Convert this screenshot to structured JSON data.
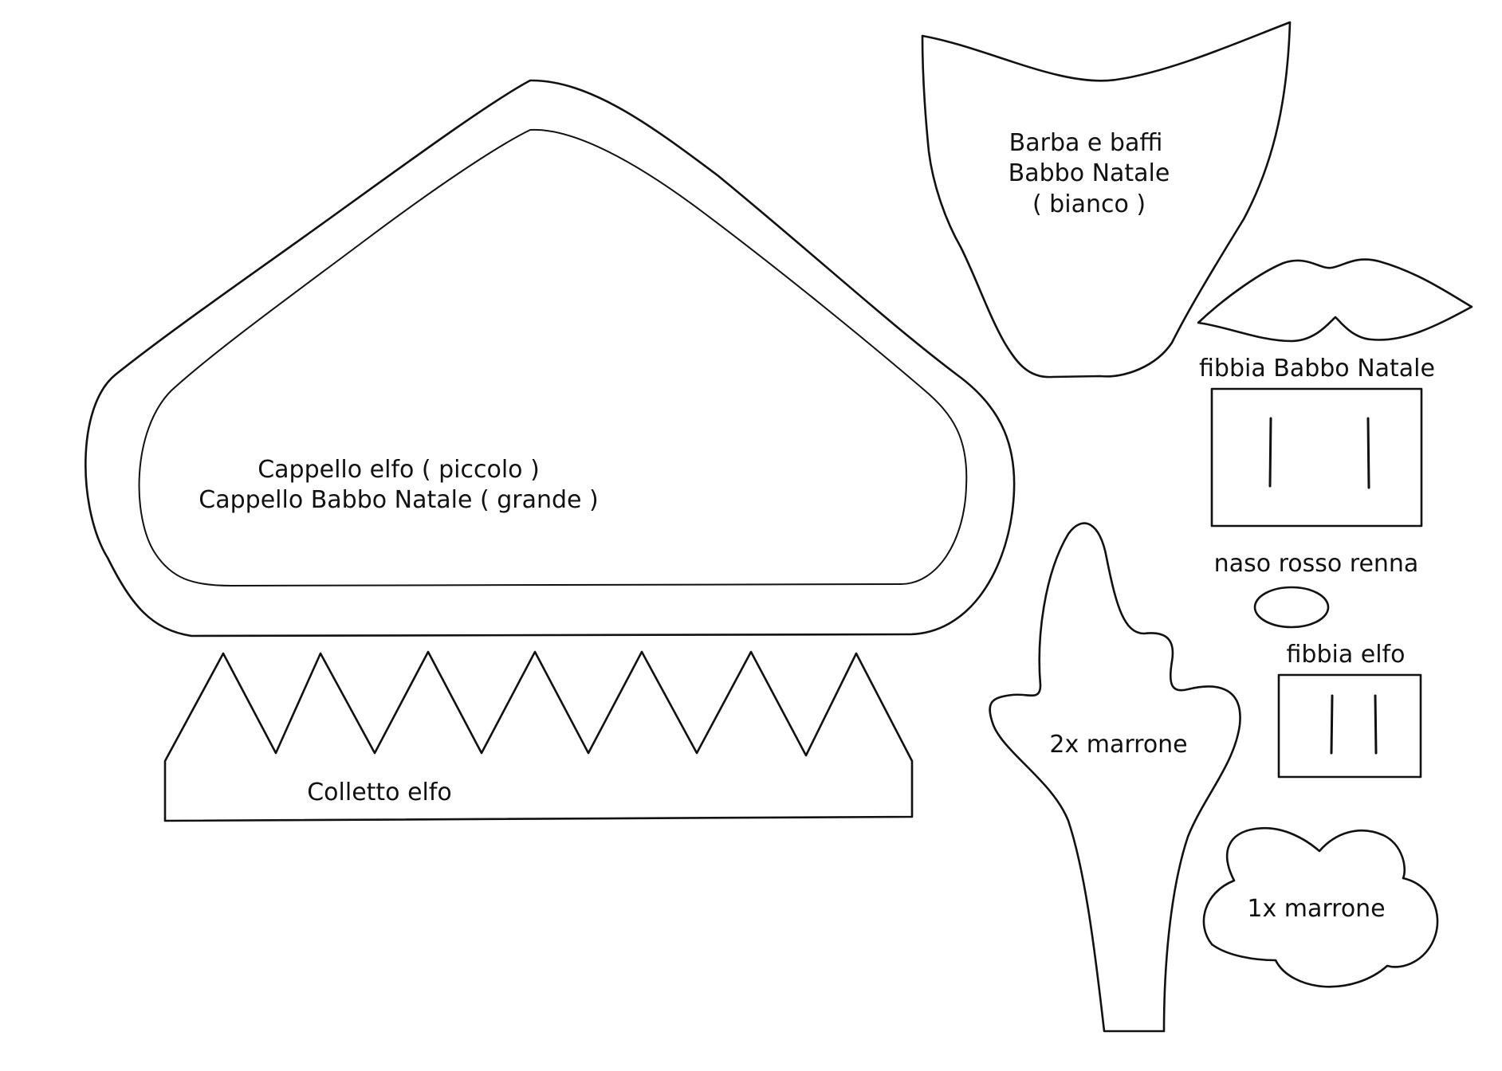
{
  "template": {
    "line_color": "#111111",
    "background_color": "#ffffff",
    "pieces": {
      "hat": {
        "line1": "Cappello elfo ( piccolo )",
        "line2": "Cappello Babbo Natale ( grande )"
      },
      "collar": {
        "label": "Colletto elfo"
      },
      "beard": {
        "line1": "Barba e baffi",
        "line2": "Babbo Natale",
        "line3": "( bianco )"
      },
      "santa_buckle": {
        "label": "fibbia Babbo Natale"
      },
      "reindeer_nose": {
        "label": "naso rosso renna"
      },
      "elf_buckle": {
        "label": "fibbia elfo"
      },
      "antler": {
        "label": "2x marrone"
      },
      "cloud": {
        "label": "1x marrone"
      }
    }
  }
}
